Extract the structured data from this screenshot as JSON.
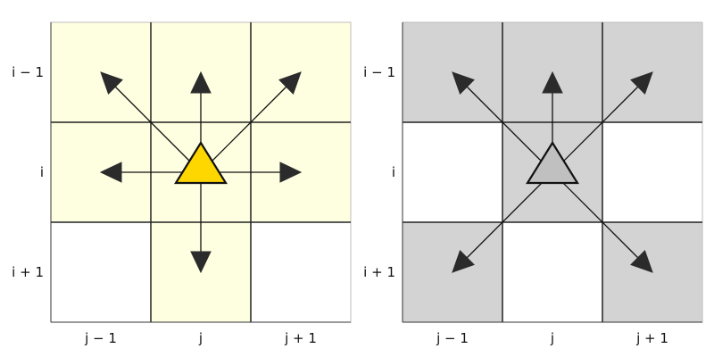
{
  "panels": [
    {
      "name": "left",
      "shade_color": "#fefee0",
      "triangle_color": "#ffd700",
      "row_labels": [
        "i − 1",
        "i",
        "i + 1"
      ],
      "col_labels": [
        "j − 1",
        "j",
        "j + 1"
      ],
      "shaded": [
        [
          1,
          1,
          1
        ],
        [
          1,
          1,
          1
        ],
        [
          0,
          1,
          0
        ]
      ],
      "arrows": [
        [
          -1,
          -1
        ],
        [
          -1,
          0
        ],
        [
          -1,
          1
        ],
        [
          0,
          -1
        ],
        [
          0,
          1
        ],
        [
          1,
          0
        ]
      ]
    },
    {
      "name": "right",
      "shade_color": "#d3d3d3",
      "triangle_color": "#c0c0c0",
      "row_labels": [
        "i − 1",
        "i",
        "i + 1"
      ],
      "col_labels": [
        "j − 1",
        "j",
        "j + 1"
      ],
      "shaded": [
        [
          1,
          1,
          1
        ],
        [
          0,
          1,
          0
        ],
        [
          1,
          0,
          1
        ]
      ],
      "arrows": [
        [
          -1,
          -1
        ],
        [
          -1,
          0
        ],
        [
          -1,
          1
        ],
        [
          1,
          -1
        ],
        [
          1,
          1
        ]
      ]
    }
  ],
  "arrow_color": "#2b2b2b"
}
